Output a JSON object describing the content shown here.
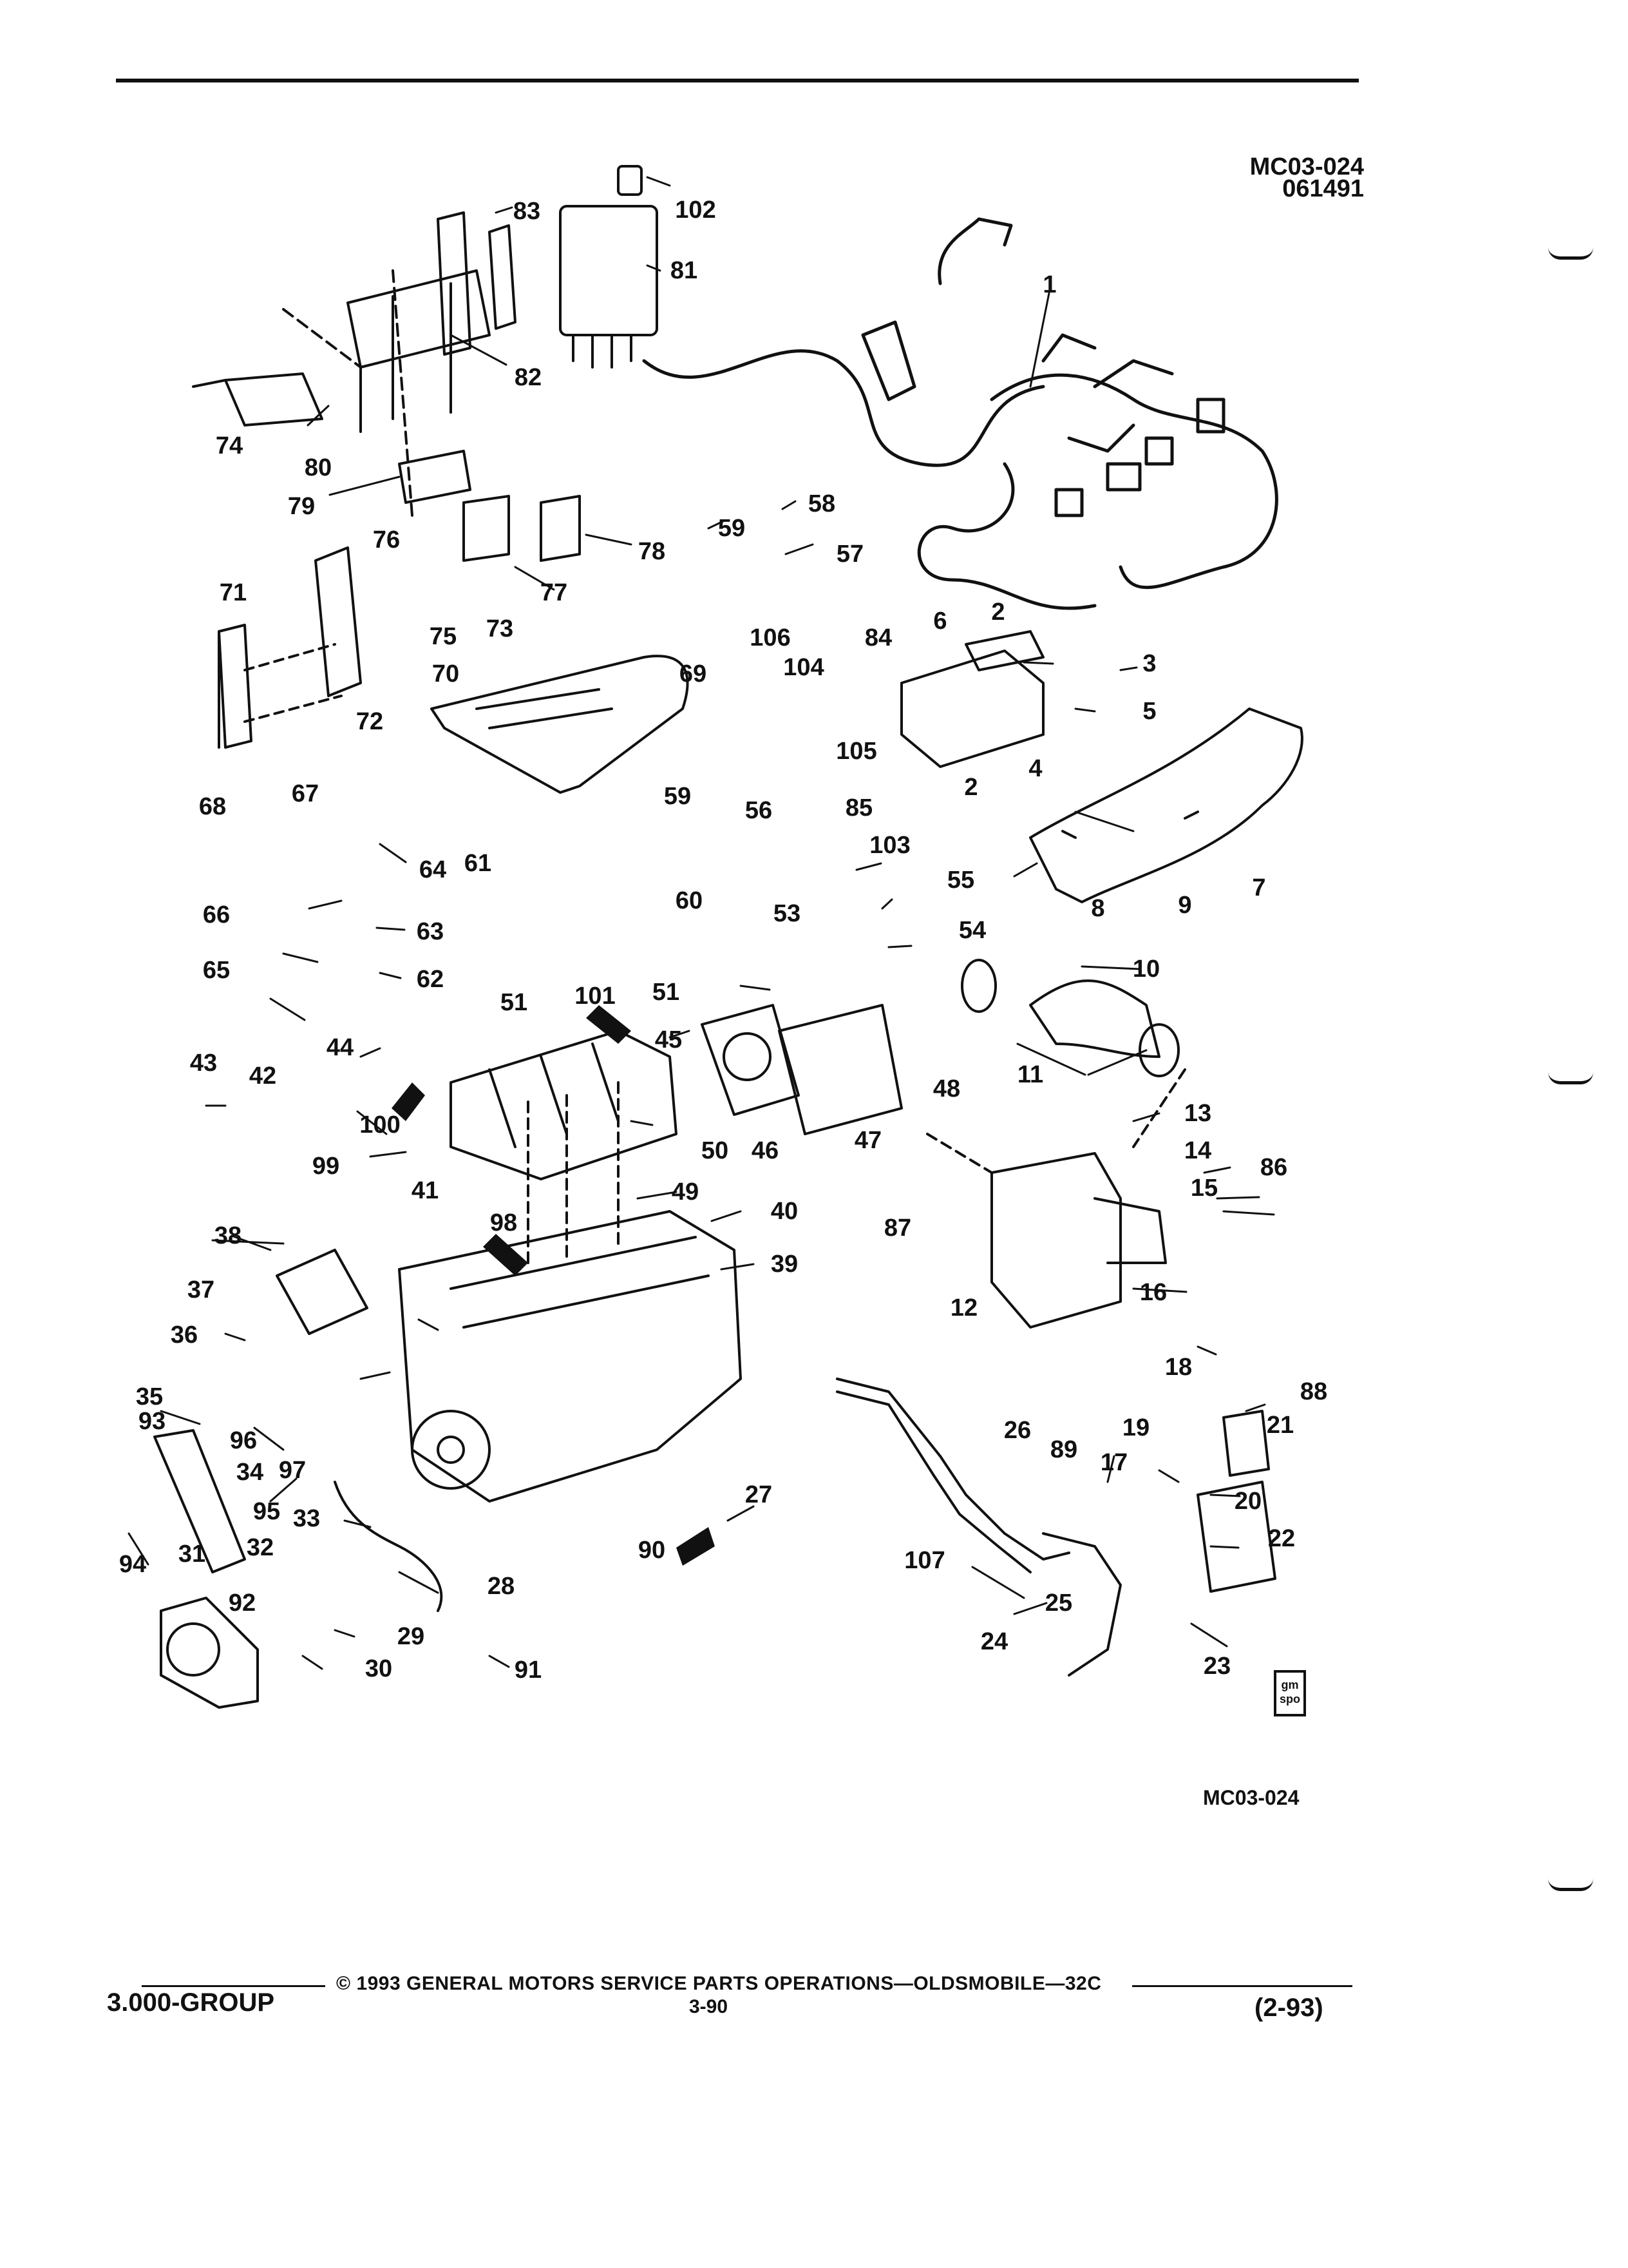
{
  "header": {
    "drawing_code": "MC03-024",
    "drawing_date": "061491"
  },
  "diagram": {
    "figure_id": "MC03-024",
    "logo_text": "gm spo",
    "callouts": [
      {
        "id": "c1",
        "label": "1"
      },
      {
        "id": "c2a",
        "label": "2"
      },
      {
        "id": "c2b",
        "label": "2"
      },
      {
        "id": "c3",
        "label": "3"
      },
      {
        "id": "c4",
        "label": "4"
      },
      {
        "id": "c5",
        "label": "5"
      },
      {
        "id": "c6",
        "label": "6"
      },
      {
        "id": "c7",
        "label": "7"
      },
      {
        "id": "c8",
        "label": "8"
      },
      {
        "id": "c9",
        "label": "9"
      },
      {
        "id": "c10",
        "label": "10"
      },
      {
        "id": "c11",
        "label": "11"
      },
      {
        "id": "c12",
        "label": "12"
      },
      {
        "id": "c13",
        "label": "13"
      },
      {
        "id": "c14",
        "label": "14"
      },
      {
        "id": "c15",
        "label": "15"
      },
      {
        "id": "c16",
        "label": "16"
      },
      {
        "id": "c17",
        "label": "17"
      },
      {
        "id": "c18",
        "label": "18"
      },
      {
        "id": "c19",
        "label": "19"
      },
      {
        "id": "c20",
        "label": "20"
      },
      {
        "id": "c21",
        "label": "21"
      },
      {
        "id": "c22",
        "label": "22"
      },
      {
        "id": "c23",
        "label": "23"
      },
      {
        "id": "c24",
        "label": "24"
      },
      {
        "id": "c25",
        "label": "25"
      },
      {
        "id": "c26",
        "label": "26"
      },
      {
        "id": "c27",
        "label": "27"
      },
      {
        "id": "c28",
        "label": "28"
      },
      {
        "id": "c29",
        "label": "29"
      },
      {
        "id": "c30",
        "label": "30"
      },
      {
        "id": "c31",
        "label": "31"
      },
      {
        "id": "c32",
        "label": "32"
      },
      {
        "id": "c33",
        "label": "33"
      },
      {
        "id": "c34",
        "label": "34"
      },
      {
        "id": "c35",
        "label": "35"
      },
      {
        "id": "c36",
        "label": "36"
      },
      {
        "id": "c37",
        "label": "37"
      },
      {
        "id": "c38",
        "label": "38"
      },
      {
        "id": "c39",
        "label": "39"
      },
      {
        "id": "c40",
        "label": "40"
      },
      {
        "id": "c41",
        "label": "41"
      },
      {
        "id": "c42",
        "label": "42"
      },
      {
        "id": "c43",
        "label": "43"
      },
      {
        "id": "c44",
        "label": "44"
      },
      {
        "id": "c45",
        "label": "45"
      },
      {
        "id": "c46",
        "label": "46"
      },
      {
        "id": "c47",
        "label": "47"
      },
      {
        "id": "c48",
        "label": "48"
      },
      {
        "id": "c49",
        "label": "49"
      },
      {
        "id": "c50",
        "label": "50"
      },
      {
        "id": "c51a",
        "label": "51"
      },
      {
        "id": "c51b",
        "label": "51"
      },
      {
        "id": "c53",
        "label": "53"
      },
      {
        "id": "c54",
        "label": "54"
      },
      {
        "id": "c55",
        "label": "55"
      },
      {
        "id": "c56",
        "label": "56"
      },
      {
        "id": "c57",
        "label": "57"
      },
      {
        "id": "c58",
        "label": "58"
      },
      {
        "id": "c59a",
        "label": "59"
      },
      {
        "id": "c59b",
        "label": "59"
      },
      {
        "id": "c60",
        "label": "60"
      },
      {
        "id": "c61",
        "label": "61"
      },
      {
        "id": "c62",
        "label": "62"
      },
      {
        "id": "c63",
        "label": "63"
      },
      {
        "id": "c64",
        "label": "64"
      },
      {
        "id": "c65",
        "label": "65"
      },
      {
        "id": "c66",
        "label": "66"
      },
      {
        "id": "c67",
        "label": "67"
      },
      {
        "id": "c68",
        "label": "68"
      },
      {
        "id": "c69",
        "label": "69"
      },
      {
        "id": "c70",
        "label": "70"
      },
      {
        "id": "c71",
        "label": "71"
      },
      {
        "id": "c72",
        "label": "72"
      },
      {
        "id": "c73",
        "label": "73"
      },
      {
        "id": "c74",
        "label": "74"
      },
      {
        "id": "c75",
        "label": "75"
      },
      {
        "id": "c76",
        "label": "76"
      },
      {
        "id": "c77",
        "label": "77"
      },
      {
        "id": "c78",
        "label": "78"
      },
      {
        "id": "c79",
        "label": "79"
      },
      {
        "id": "c80",
        "label": "80"
      },
      {
        "id": "c81",
        "label": "81"
      },
      {
        "id": "c82",
        "label": "82"
      },
      {
        "id": "c83",
        "label": "83"
      },
      {
        "id": "c84",
        "label": "84"
      },
      {
        "id": "c85",
        "label": "85"
      },
      {
        "id": "c86",
        "label": "86"
      },
      {
        "id": "c87",
        "label": "87"
      },
      {
        "id": "c88",
        "label": "88"
      },
      {
        "id": "c89",
        "label": "89"
      },
      {
        "id": "c90",
        "label": "90"
      },
      {
        "id": "c91",
        "label": "91"
      },
      {
        "id": "c92",
        "label": "92"
      },
      {
        "id": "c93",
        "label": "93"
      },
      {
        "id": "c94",
        "label": "94"
      },
      {
        "id": "c95",
        "label": "95"
      },
      {
        "id": "c96",
        "label": "96"
      },
      {
        "id": "c97",
        "label": "97"
      },
      {
        "id": "c98",
        "label": "98"
      },
      {
        "id": "c99",
        "label": "99"
      },
      {
        "id": "c100",
        "label": "100"
      },
      {
        "id": "c101",
        "label": "101"
      },
      {
        "id": "c102",
        "label": "102"
      },
      {
        "id": "c103",
        "label": "103"
      },
      {
        "id": "c104",
        "label": "104"
      },
      {
        "id": "c105",
        "label": "105"
      },
      {
        "id": "c106",
        "label": "106"
      },
      {
        "id": "c107",
        "label": "107"
      }
    ]
  },
  "footer": {
    "copyright": "© 1993 GENERAL MOTORS SERVICE PARTS OPERATIONS—OLDSMOBILE—32C",
    "group": "3.000-GROUP",
    "page": "3-90",
    "revision": "(2-93)"
  }
}
